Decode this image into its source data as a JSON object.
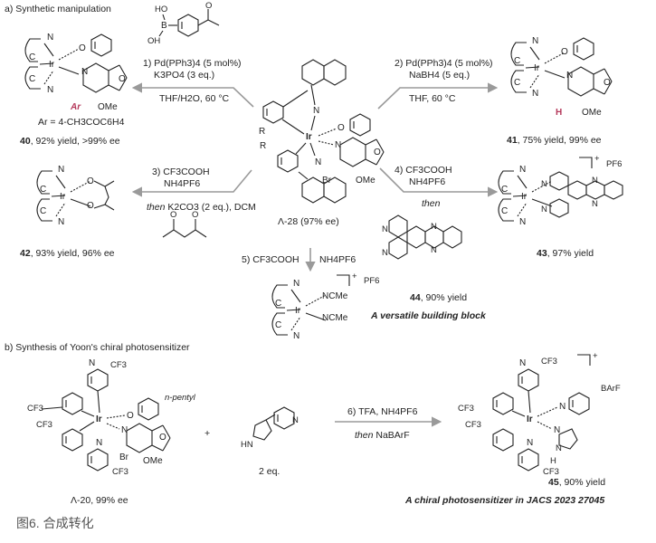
{
  "section_a": {
    "heading": "a) Synthetic manipulation",
    "center": {
      "label": "Λ-28 (97% ee)",
      "r1": "R",
      "r2": "R",
      "ir": "Ir",
      "br": "Br",
      "ome": "OMe"
    },
    "reaction1": {
      "reagent_boron": "HO B OH",
      "line1": "1) Pd(PPh3)4 (5 mol%)",
      "line2": "K3PO4 (3 eq.)",
      "line3": "THF/H2O, 60 °C",
      "product_label_ar": "Ar",
      "ar_def": "Ar = 4-CH3COC6H4",
      "result_id": "40",
      "result": ", 92% yield, >99% ee"
    },
    "reaction2": {
      "line1": "2) Pd(PPh3)4 (5 mol%)",
      "line2": "NaBH4 (5 eq.)",
      "line3": "THF, 60 °C",
      "h_label": "H",
      "result_id": "41",
      "result": ", 75% yield, 99% ee"
    },
    "reaction3": {
      "line1": "3) CF3COOH",
      "line2": "NH4PF6",
      "then": "then",
      "line3": " K2CO3 (2 eq.), DCM",
      "result_id": "42",
      "result": ", 93% yield, 96% ee"
    },
    "reaction4": {
      "line1": "4) CF3COOH",
      "line2": "NH4PF6",
      "then": "then",
      "charge": "+",
      "anion": "PF6",
      "result_id": "43",
      "result": ", 97% yield"
    },
    "reaction5": {
      "line1": "5) CF3COOH",
      "line2": "NH4PF6",
      "ligand1": "NCMe",
      "ligand2": "NCMe",
      "charge": "+",
      "anion": "PF6",
      "result_id": "44",
      "result": ", 90% yield",
      "tagline": "A versatile building block"
    },
    "atoms": {
      "N": "N",
      "C": "C",
      "O": "O",
      "Ir": "Ir",
      "OMe": "OMe",
      "Br": "Br"
    }
  },
  "section_b": {
    "heading": "b) Synthesis of Yoon's chiral photosensitizer",
    "start_label": "Λ-20, 99% ee",
    "plus": "+",
    "reagent_eq": "2 eq.",
    "pentyl": "n-pentyl",
    "cf3": "CF3",
    "hn": "HN",
    "h": "H",
    "line1": "6) TFA, NH4PF6",
    "then": "then",
    "line2": " NaBArF",
    "charge": "+",
    "anion": "BArF",
    "result_id": "45",
    "result": ", 90% yield",
    "tagline": "A chiral photosensitizer in JACS 2023 27045"
  },
  "caption": "图6. 合成转化"
}
